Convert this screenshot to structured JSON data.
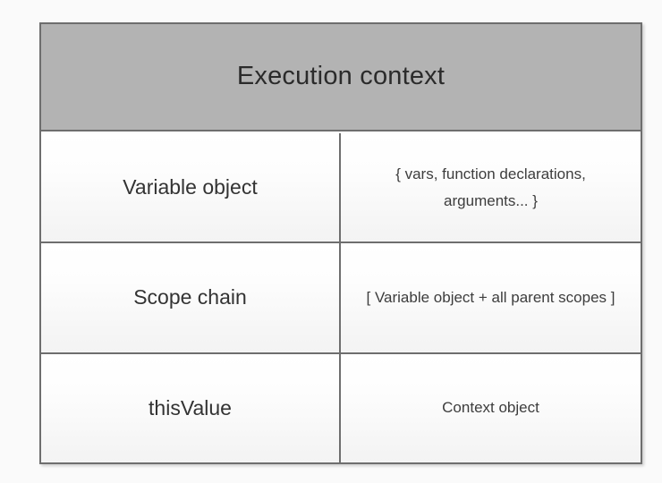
{
  "diagram": {
    "title": "Execution context",
    "rows": [
      {
        "key": "Variable object",
        "value": "{ vars, function declarations, arguments... }"
      },
      {
        "key": "Scope chain",
        "value": "[ Variable object + all parent scopes ]"
      },
      {
        "key": "thisValue",
        "value": "Context object"
      }
    ],
    "colors": {
      "header_fill": "#b3b3b3",
      "border": "#6e6e6e",
      "cell_fill": "#fcfcfc",
      "page_background": "#fafafa",
      "title_text": "#2b2b2b",
      "key_text": "#333333",
      "value_text": "#3d3d3d"
    }
  }
}
